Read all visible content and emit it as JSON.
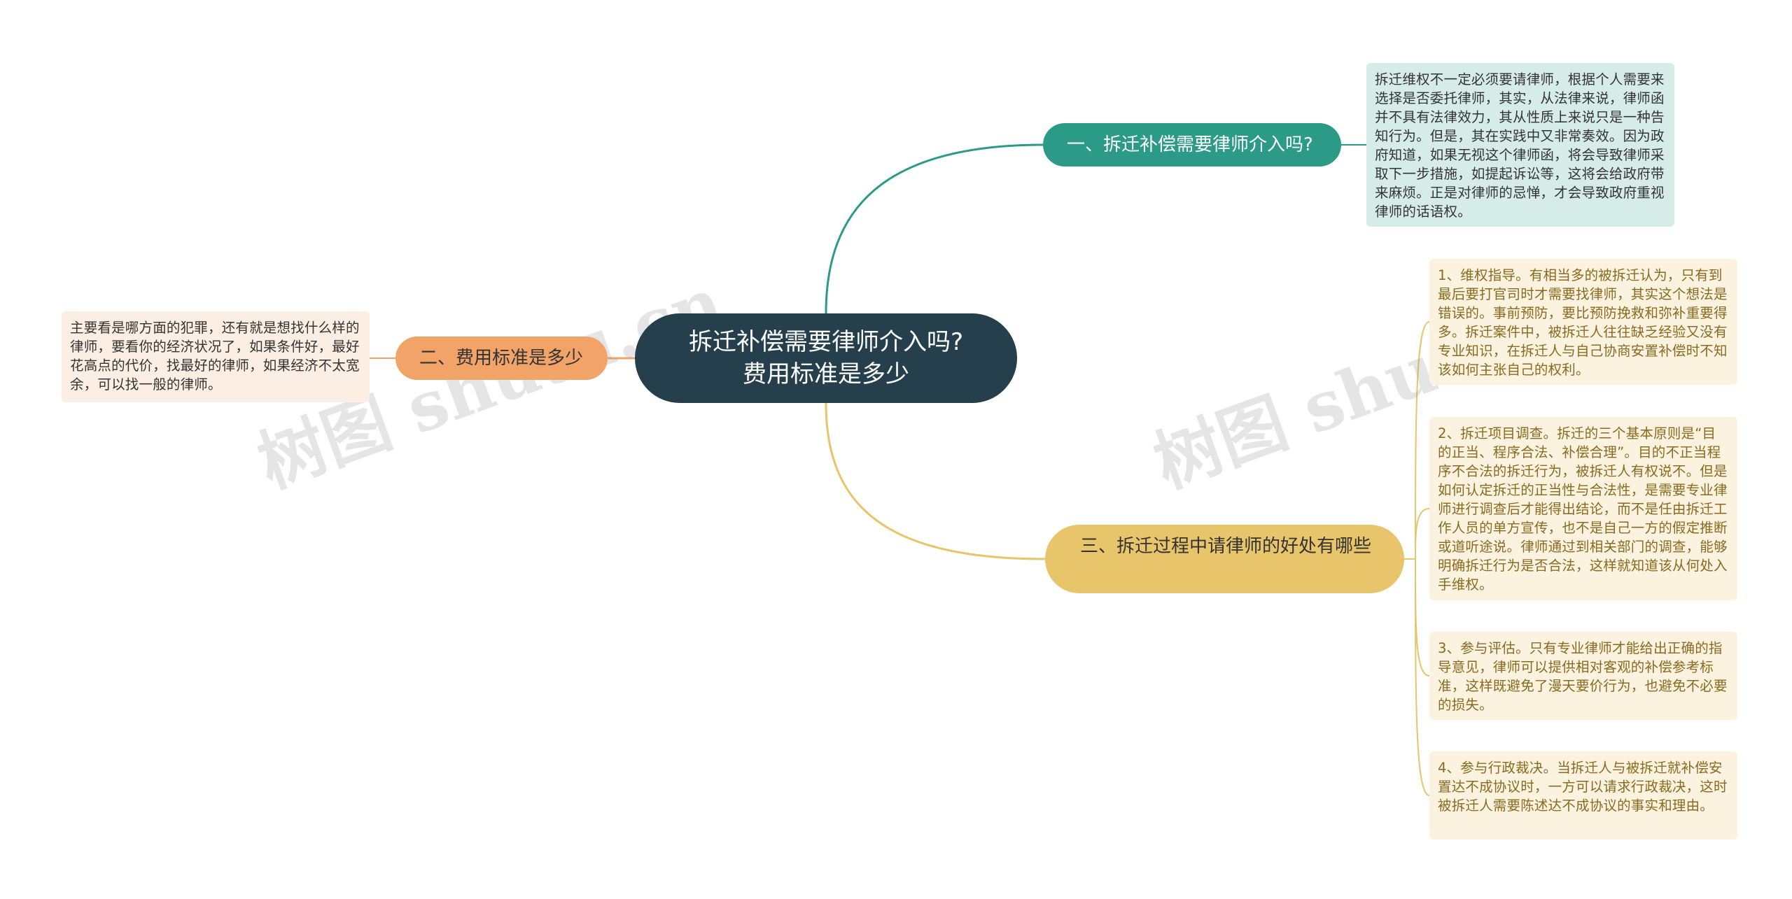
{
  "central": {
    "line1": "拆迁补偿需要律师介入吗?",
    "line2": "费用标准是多少"
  },
  "branch1": {
    "label": "一、拆迁补偿需要律师介入吗?",
    "color": "#2b9a87",
    "detail": "拆迁维权不一定必须要请律师，根据个人需要来选择是否委托律师，其实，从法律来说，律师函并不具有法律效力，其从性质上来说只是一种告知行为。但是，其在实践中又非常奏效。因为政府知道，如果无视这个律师函，将会导致律师采取下一步措施，如提起诉讼等，这将会给政府带来麻烦。正是对律师的忌惮，才会导致政府重视律师的话语权。"
  },
  "branch2": {
    "label": "二、费用标准是多少",
    "color": "#f2a367",
    "detail": "主要看是哪方面的犯罪，还有就是想找什么样的律师，要看你的经济状况了，如果条件好，最好花高点的代价，找最好的律师，如果经济不太宽余，可以找一般的律师。"
  },
  "branch3": {
    "label": "三、拆迁过程中请律师的好处有哪些",
    "color": "#e8c46a",
    "items": [
      "1、维权指导。有相当多的被拆迁认为，只有到最后要打官司时才需要找律师，其实这个想法是错误的。事前预防，要比预防挽救和弥补重要得多。拆迁案件中，被拆迁人往往缺乏经验又没有专业知识，在拆迁人与自己协商安置补偿时不知该如何主张自己的权利。",
      "2、拆迁项目调查。拆迁的三个基本原则是“目的正当、程序合法、补偿合理”。目的不正当程序不合法的拆迁行为，被拆迁人有权说不。但是如何认定拆迁的正当性与合法性，是需要专业律师进行调查后才能得出结论，而不是任由拆迁工作人员的单方宣传，也不是自己一方的假定推断或道听途说。律师通过到相关部门的调查，能够明确拆迁行为是否合法，这样就知道该从何处入手维权。",
      "3、参与评估。只有专业律师才能给出正确的指导意见，律师可以提供相对客观的补偿参考标准，这样既避免了漫天要价行为，也避免不必要的损失。",
      "4、参与行政裁决。当拆迁人与被拆迁就补偿安置达不成协议时，一方可以请求行政裁决，这时被拆迁人需要陈述达不成协议的事实和理由。"
    ]
  },
  "watermark": "树图 shutu.cn"
}
